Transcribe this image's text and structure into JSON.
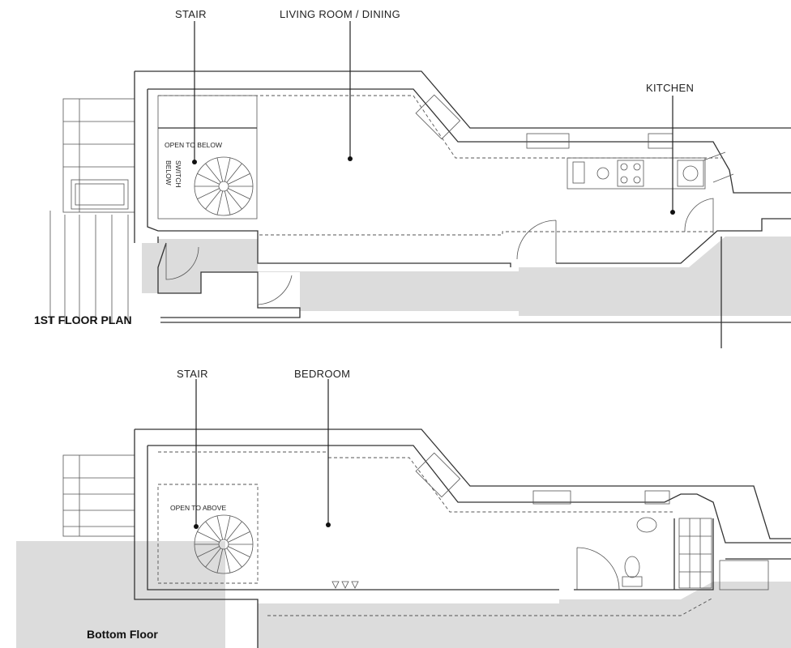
{
  "floors": [
    {
      "title": "1ST FLOOR PLAN",
      "labels": {
        "stair": "STAIR",
        "living": "LIVING ROOM / DINING",
        "kitchen": "KITCHEN",
        "open": "OPEN TO BELOW",
        "switch": "SWITCH",
        "below": "BELOW"
      }
    },
    {
      "title": "Bottom Floor",
      "labels": {
        "stair": "STAIR",
        "bedroom": "BEDROOM",
        "open": "OPEN TO ABOVE"
      }
    }
  ],
  "colors": {
    "line": "#333333",
    "shade": "#dcdcdc",
    "text": "#222222"
  }
}
